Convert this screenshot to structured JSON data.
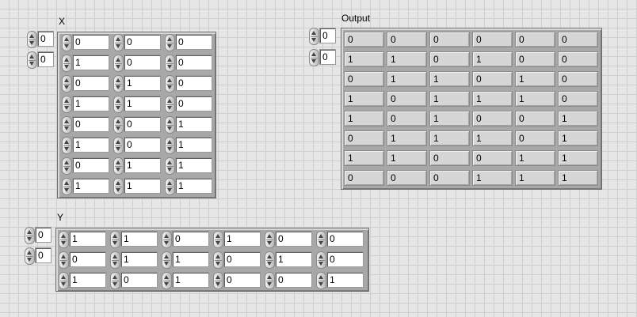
{
  "x": {
    "label": "X",
    "index": [
      "0",
      "0"
    ],
    "rows": [
      [
        "0",
        "0",
        "0"
      ],
      [
        "1",
        "0",
        "0"
      ],
      [
        "0",
        "1",
        "0"
      ],
      [
        "1",
        "1",
        "0"
      ],
      [
        "0",
        "0",
        "1"
      ],
      [
        "1",
        "0",
        "1"
      ],
      [
        "0",
        "1",
        "1"
      ],
      [
        "1",
        "1",
        "1"
      ]
    ]
  },
  "y": {
    "label": "Y",
    "index": [
      "0",
      "0"
    ],
    "rows": [
      [
        "1",
        "1",
        "0",
        "1",
        "0",
        "0"
      ],
      [
        "0",
        "1",
        "1",
        "0",
        "1",
        "0"
      ],
      [
        "1",
        "0",
        "1",
        "0",
        "0",
        "1"
      ]
    ]
  },
  "output": {
    "label": "Output",
    "index": [
      "0",
      "0"
    ],
    "rows": [
      [
        "0",
        "0",
        "0",
        "0",
        "0",
        "0"
      ],
      [
        "1",
        "1",
        "0",
        "1",
        "0",
        "0"
      ],
      [
        "0",
        "1",
        "1",
        "0",
        "1",
        "0"
      ],
      [
        "1",
        "0",
        "1",
        "1",
        "1",
        "0"
      ],
      [
        "1",
        "0",
        "1",
        "0",
        "0",
        "1"
      ],
      [
        "0",
        "1",
        "1",
        "1",
        "0",
        "1"
      ],
      [
        "1",
        "1",
        "0",
        "0",
        "1",
        "1"
      ],
      [
        "0",
        "0",
        "0",
        "1",
        "1",
        "1"
      ]
    ]
  }
}
